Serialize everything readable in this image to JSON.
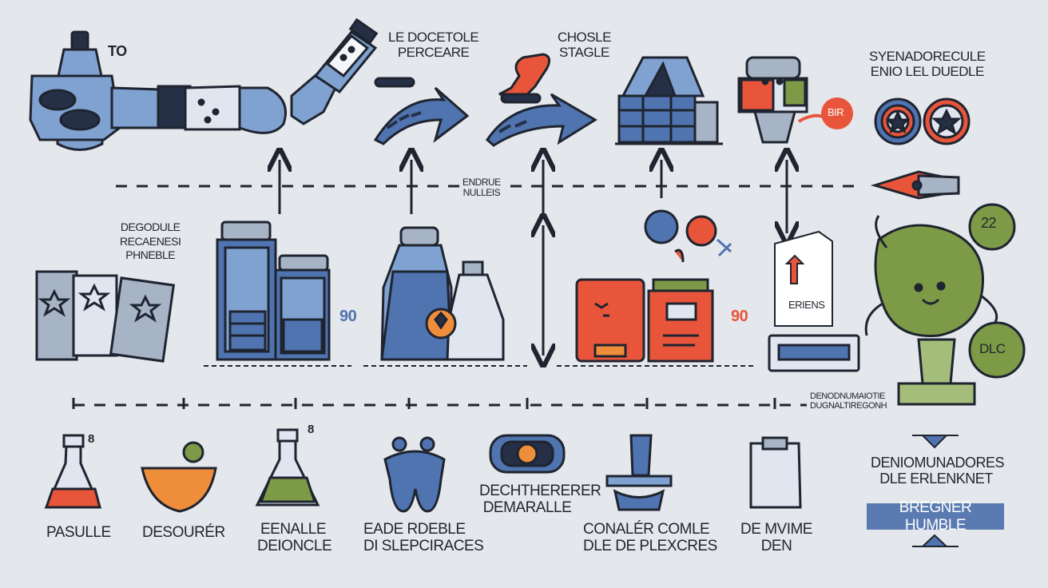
{
  "labels": {
    "top_note": "To",
    "step1": [
      "LE DOCETOLE",
      "PERCEARE"
    ],
    "step2": [
      "CHOSLE",
      "STAGLE"
    ],
    "step3": [
      "SYENADORECULE",
      "ENIO LEL DUEDLE"
    ],
    "mid_note": [
      "ENDRUE",
      "NULLEIS"
    ],
    "left_block": [
      "DEGODULE",
      "RECAENESI",
      "PHNEBLE"
    ],
    "num_left": "90",
    "num_right": "90",
    "badge_a": "BIR",
    "tag_eriens": "ERIENS",
    "monster_num_top": "22",
    "monster_num_bottom": "DLC",
    "side_note": [
      "DENODNUMAIOTIE",
      "DUGNALTIREGONH"
    ],
    "flask_num": "8",
    "flask2_num": "8",
    "bottom": [
      {
        "lines": [
          "PASULLE"
        ]
      },
      {
        "lines": [
          "DESOURÉR"
        ]
      },
      {
        "lines": [
          "EENALLE",
          "DEIONCLE"
        ]
      },
      {
        "lines": [
          "EADE RDEBLE",
          "DI SLEPCIRACES"
        ]
      },
      {
        "lines": [
          "DECHTHERERER",
          "DEMARALLE"
        ]
      },
      {
        "lines": [
          "CONALÉR COMLE",
          "DLE DE PLEXCRES"
        ]
      },
      {
        "lines": [
          "DE MVIME",
          "DEN"
        ]
      },
      {
        "lines": [
          "DENIOMUNADORES",
          "DLE ERLENKNET"
        ]
      }
    ],
    "button": "BREGNER HUMBLE"
  },
  "colors": {
    "background": "#e4e7eb",
    "blue": "#4f74b0",
    "light_blue": "#7fa2d1",
    "navy": "#253046",
    "red": "#e8553b",
    "orange": "#ef8e3a",
    "green": "#7d9a47",
    "outline": "#1f2430"
  }
}
